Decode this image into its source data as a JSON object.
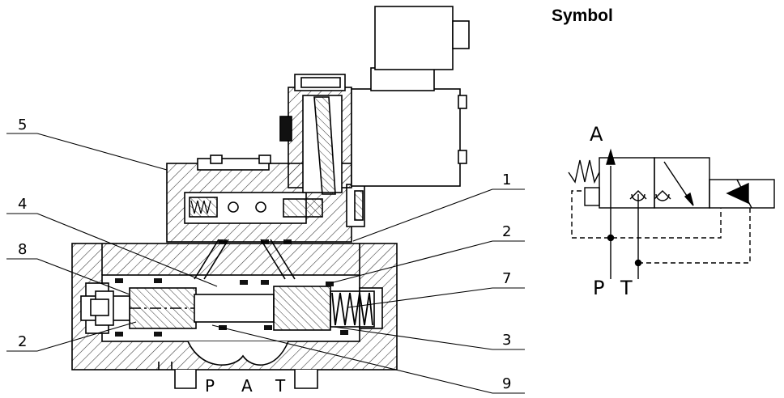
{
  "title": "Symbol",
  "callouts": [
    "5",
    "4",
    "8",
    "2",
    "1",
    "2",
    "7",
    "3",
    "9"
  ],
  "ports": [
    "P",
    "A",
    "T"
  ],
  "symbol_ports": {
    "a": "A",
    "p": "P",
    "t": "T"
  },
  "colors": {
    "line": "#000000",
    "hatch": "#333333",
    "background": "#ffffff"
  }
}
